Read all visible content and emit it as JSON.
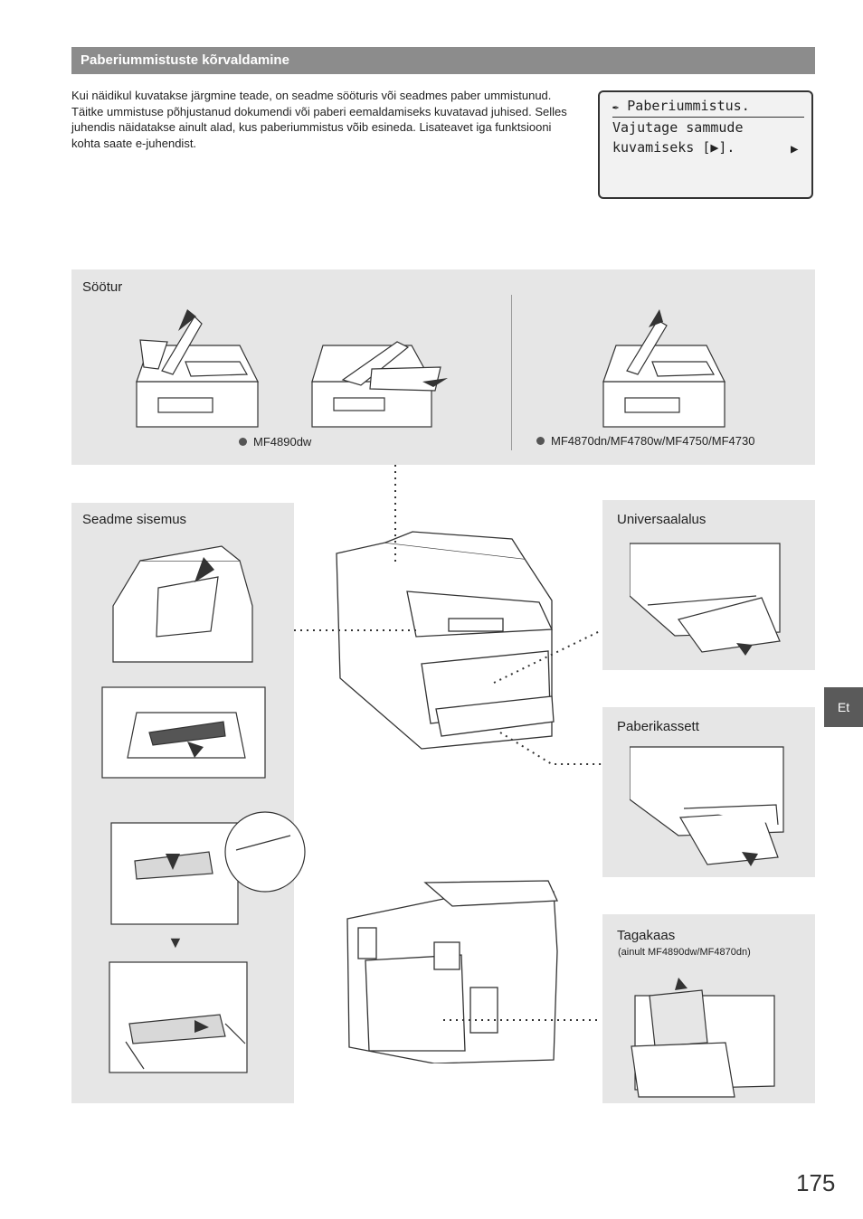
{
  "header": {
    "title": "Paberiummistuste kõrvaldamine"
  },
  "intro": {
    "text": "Kui näidikul kuvatakse järgmine teade, on seadme sööturis või seadmes paber ummistunud. Täitke ummistuse põhjustanud dokumendi või paberi eemaldamiseks kuvatavad juhised. Selles juhendis näidatakse ainult alad, kus paberiummistus võib esineda. Lisateavet iga funktsiooni kohta saate e-juhendist."
  },
  "lcd": {
    "line1": "Paberiummistus.",
    "line2": "Vajutage sammude",
    "line3": "kuvamiseks [▶].",
    "arrow": "▶"
  },
  "feeder": {
    "title": "Söötur",
    "model_left": "MF4890dw",
    "model_right": "MF4870dn/MF4780w/MF4750/MF4730"
  },
  "inside": {
    "title": "Seadme sisemus",
    "step_arrow": "▼"
  },
  "multipurpose": {
    "title": "Universaalalus"
  },
  "cassette": {
    "title": "Paberikassett"
  },
  "rear": {
    "title": "Tagakaas",
    "note": "(ainult MF4890dw/MF4870dn)"
  },
  "tab": {
    "label": "Et"
  },
  "page": {
    "number": "175"
  }
}
